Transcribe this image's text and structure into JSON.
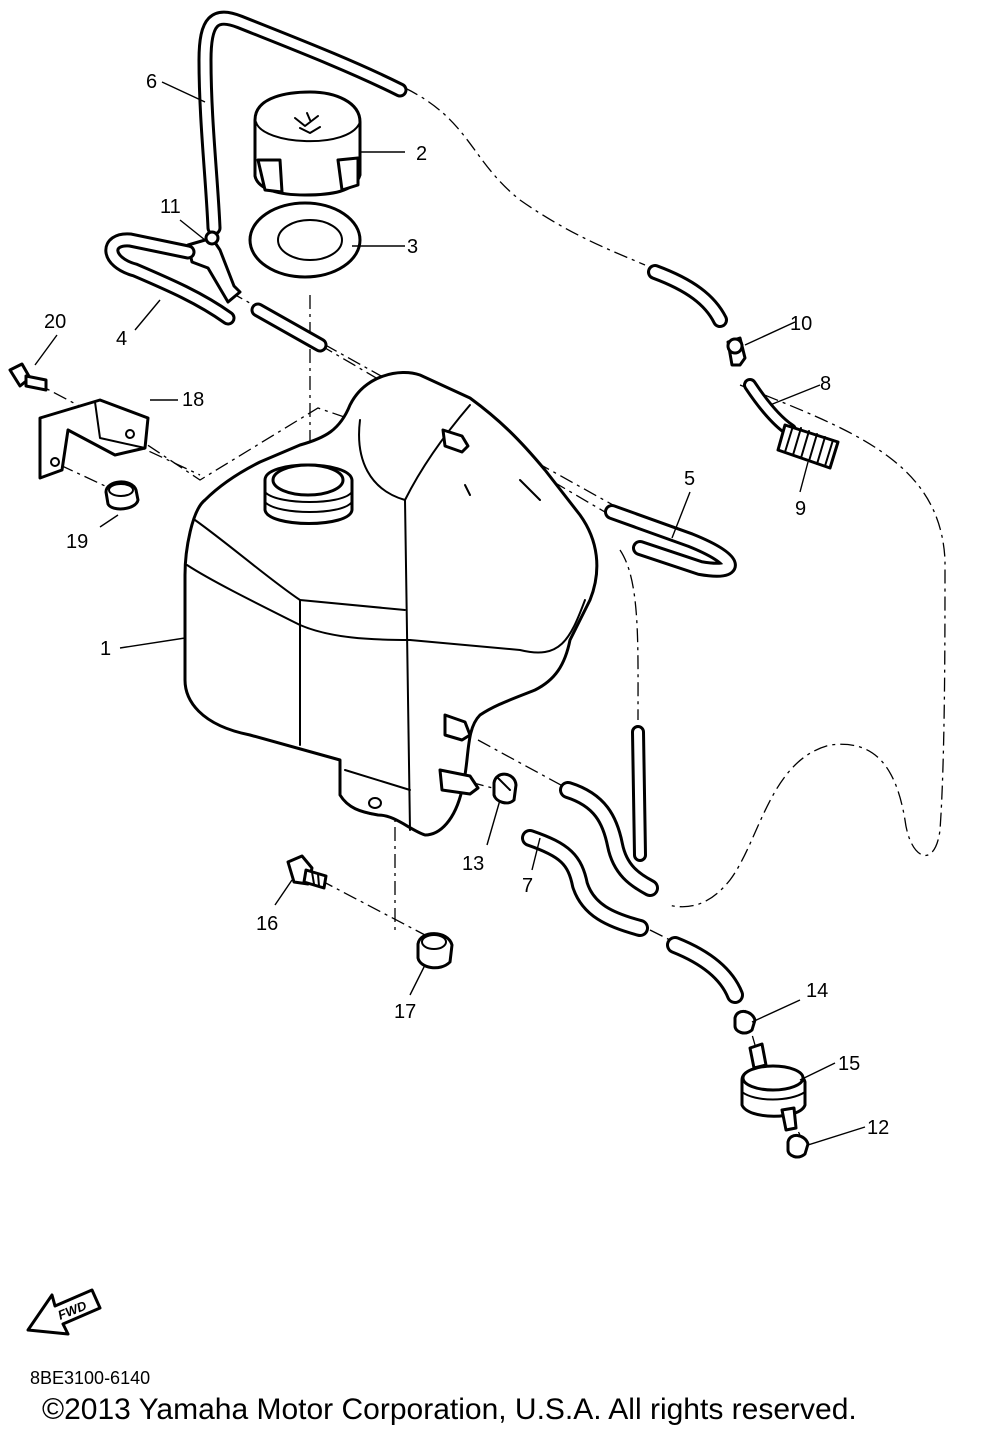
{
  "diagram": {
    "callouts": [
      "1",
      "2",
      "3",
      "4",
      "5",
      "6",
      "7",
      "8",
      "9",
      "10",
      "11",
      "12",
      "13",
      "14",
      "15",
      "16",
      "17",
      "18",
      "19",
      "20"
    ],
    "fwd_label": "FWD",
    "arrow_icon": "fwd-arrow-icon"
  },
  "footer": {
    "drawing_code": "8BE3100-6140",
    "copyright": "©2013 Yamaha Motor Corporation, U.S.A. All rights reserved."
  }
}
